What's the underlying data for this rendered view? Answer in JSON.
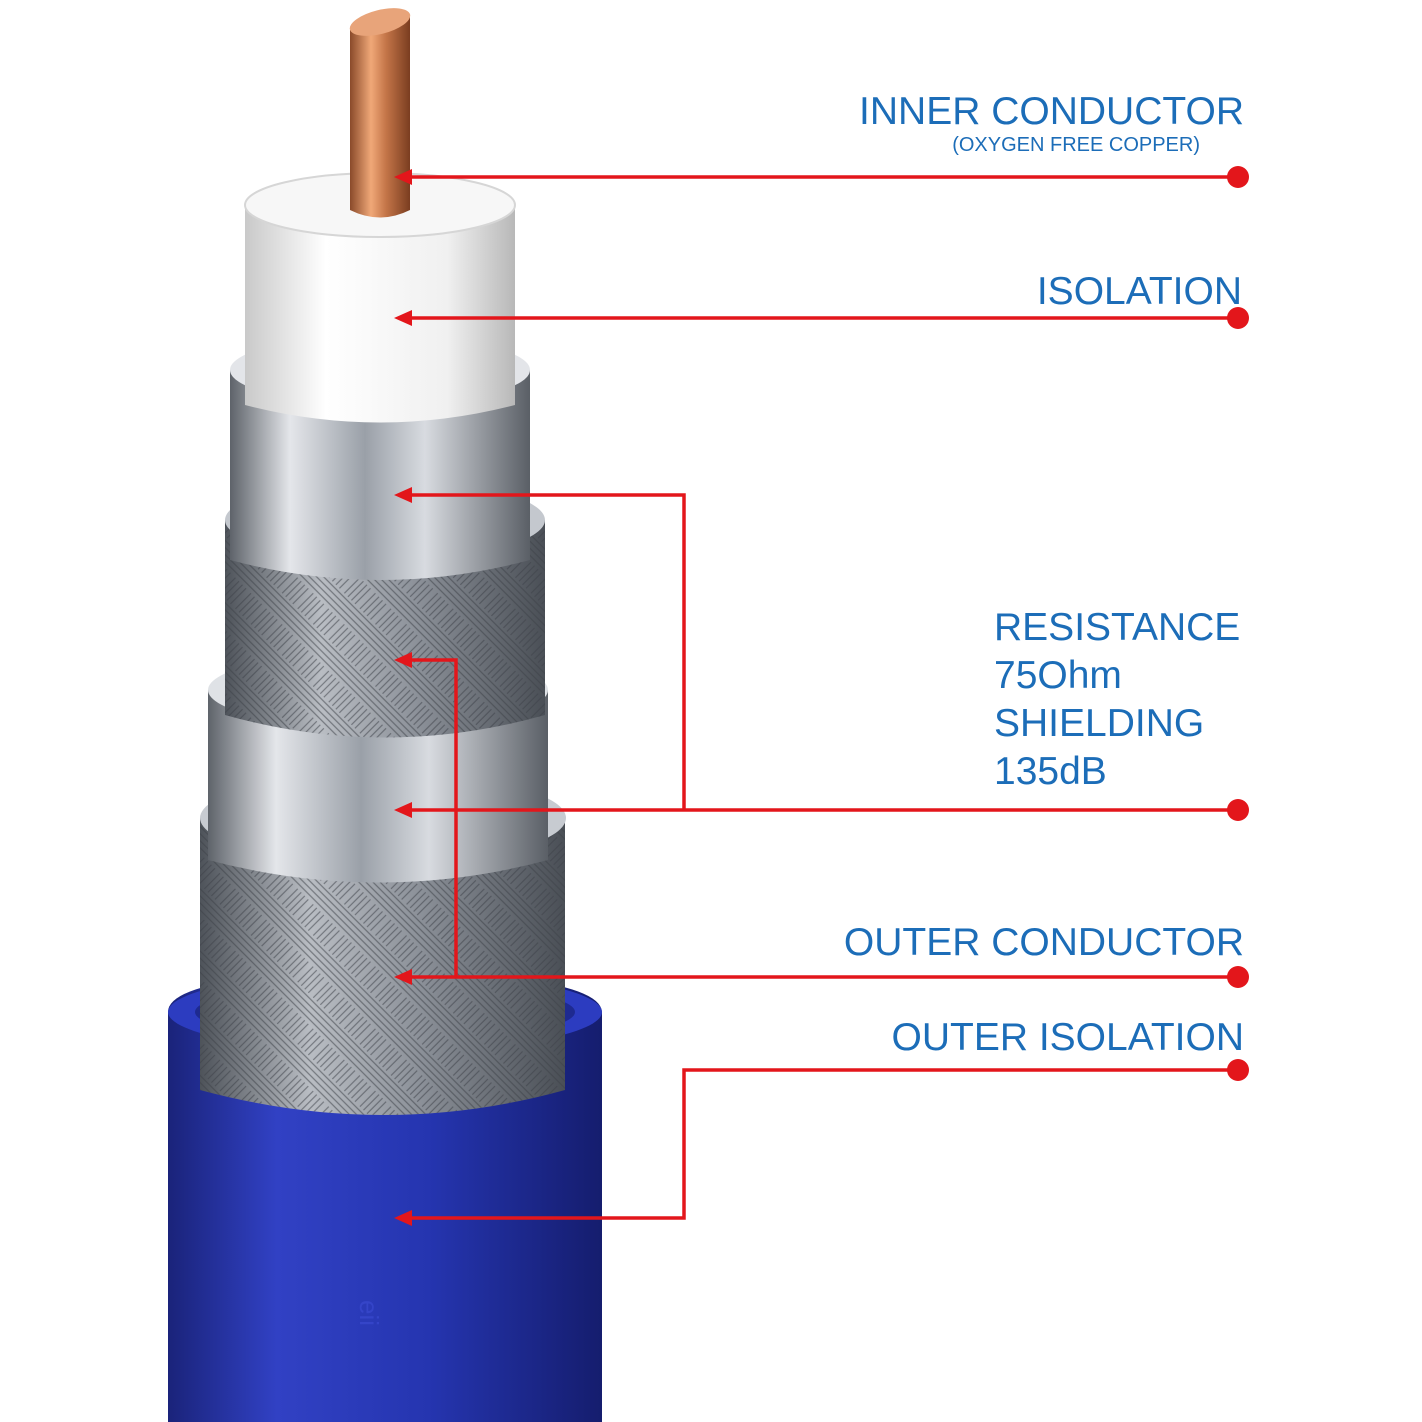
{
  "colors": {
    "label_text": "#1c6db8",
    "leader": "#e3161b",
    "copper": "#c97a4a",
    "dielectric": "#f2f2f2",
    "foil": "#a9adb3",
    "braid": "#8d9299",
    "jacket": "#2233a8"
  },
  "labels": {
    "inner_conductor": "INNER CONDUCTOR",
    "inner_conductor_note": "(OXYGEN FREE COPPER)",
    "isolation": "ISOLATION",
    "resistance": "RESISTANCE",
    "resistance_value": "75Ohm",
    "shielding": "SHIELDING",
    "shielding_value": "135dB",
    "outer_conductor": "OUTER CONDUCTOR",
    "outer_isolation": "OUTER ISOLATION"
  }
}
